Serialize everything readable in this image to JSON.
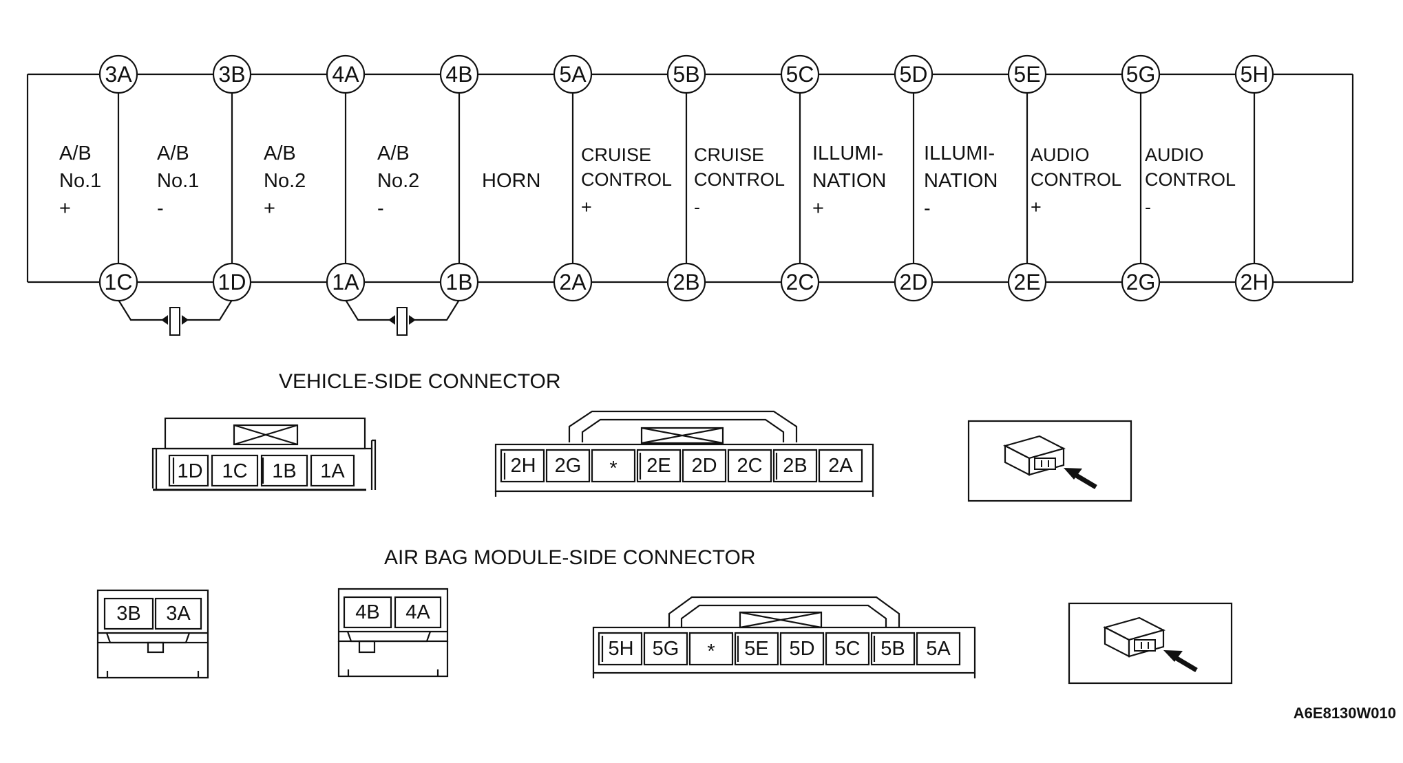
{
  "top_nodes": [
    "3A",
    "3B",
    "4A",
    "4B",
    "5A",
    "5B",
    "5C",
    "5D",
    "5E",
    "5G",
    "5H"
  ],
  "bottom_nodes": [
    "1C",
    "1D",
    "1A",
    "1B",
    "2A",
    "2B",
    "2C",
    "2D",
    "2E",
    "2G",
    "2H"
  ],
  "circuit_labels": [
    {
      "lines": [
        "A/B",
        "No.1",
        "+"
      ]
    },
    {
      "lines": [
        "A/B",
        "No.1",
        "-"
      ]
    },
    {
      "lines": [
        "A/B",
        "No.2",
        "+"
      ]
    },
    {
      "lines": [
        "A/B",
        "No.2",
        "-"
      ]
    },
    {
      "lines": [
        "HORN"
      ]
    },
    {
      "lines": [
        "CRUISE",
        "CONTROL",
        "+"
      ]
    },
    {
      "lines": [
        "CRUISE",
        "CONTROL",
        "-"
      ]
    },
    {
      "lines": [
        "ILLUMI-",
        "NATION",
        "+"
      ]
    },
    {
      "lines": [
        "ILLUMI-",
        "NATION",
        "-"
      ]
    },
    {
      "lines": [
        "AUDIO",
        "CONTROL",
        "+"
      ]
    },
    {
      "lines": [
        "AUDIO",
        "CONTROL",
        "-"
      ]
    }
  ],
  "vehicle_side": {
    "title": "VEHICLE-SIDE CONNECTOR",
    "small_pins": [
      "1D",
      "1C",
      "1B",
      "1A"
    ],
    "large_pins": [
      "2H",
      "2G",
      "*",
      "2E",
      "2D",
      "2C",
      "2B",
      "2A"
    ]
  },
  "airbag_side": {
    "title": "AIR BAG MODULE-SIDE CONNECTOR",
    "conn3_pins": [
      "3B",
      "3A"
    ],
    "conn4_pins": [
      "4B",
      "4A"
    ],
    "large_pins": [
      "5H",
      "5G",
      "*",
      "5E",
      "5D",
      "5C",
      "5B",
      "5A"
    ]
  },
  "figure_code": "A6E8130W010"
}
